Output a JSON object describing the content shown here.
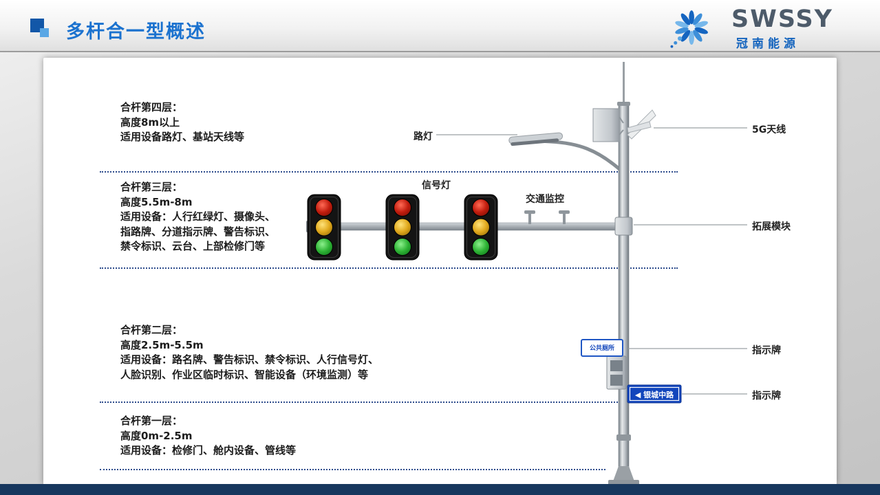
{
  "slide": {
    "title": "多杆合一型概述",
    "logo": {
      "brand": "SWSSY",
      "company": "冠南能源"
    }
  },
  "layers": [
    {
      "name": "合杆第四层：",
      "lines": [
        "高度8m以上",
        "适用设备路灯、基站天线等"
      ]
    },
    {
      "name": "合杆第三层：",
      "lines": [
        "高度5.5m-8m",
        "适用设备：人行红绿灯、摄像头、",
        "指路牌、分道指示牌、警告标识、",
        "禁令标识、云台、上部检修门等"
      ]
    },
    {
      "name": "合杆第二层：",
      "lines": [
        "高度2.5m-5.5m",
        "适用设备：路名牌、警告标识、禁令标识、人行信号灯、",
        "人脸识别、作业区临时标识、智能设备（环境监测）等"
      ]
    },
    {
      "name": "合杆第一层：",
      "lines": [
        "高度0m-2.5m",
        "适用设备：检修门、舱内设备、管线等"
      ]
    }
  ],
  "callouts": {
    "street_lamp": "路灯",
    "signal_light": "信号灯",
    "traffic_monitor": "交通监控",
    "antenna_5g": "5G天线",
    "expansion_module": "拓展模块",
    "sign_board_upper": "指示牌",
    "sign_board_lower": "指示牌"
  },
  "pole_signs": {
    "public_sign": "公共厕所",
    "road_name_sign": "◀ 银城中路"
  },
  "colors": {
    "title_blue": "#1b72cf",
    "accent_dark_blue": "#1257a8",
    "accent_light_blue": "#5aa7e5",
    "footer_navy": "#17375e",
    "divider_navy": "#2b4a8b",
    "sign_blue": "#1246bc",
    "traffic_red": "#c21d0e",
    "traffic_yellow": "#e0a81c",
    "traffic_green": "#2eb335"
  }
}
